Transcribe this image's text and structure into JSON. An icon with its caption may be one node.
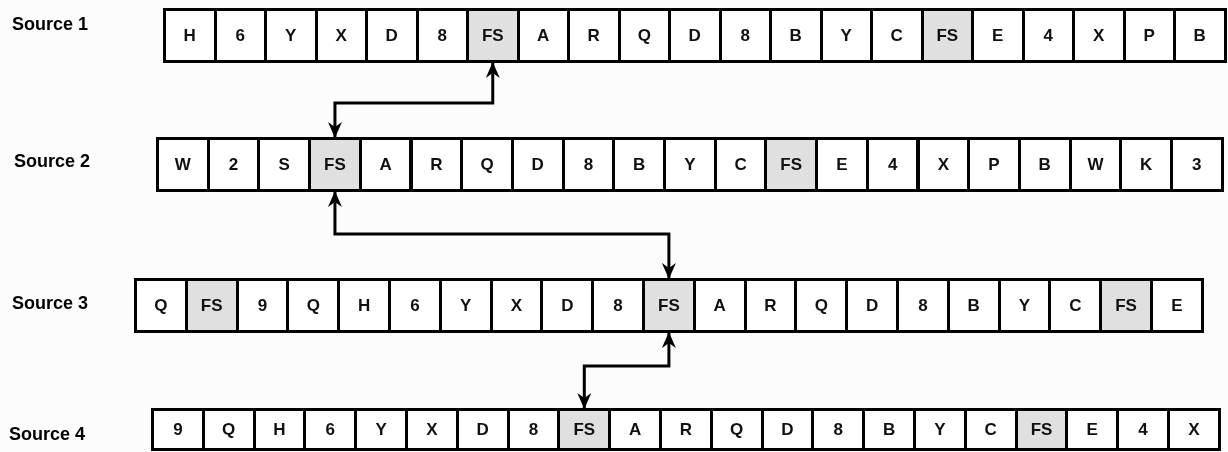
{
  "diagram": {
    "nodes": [
      {
        "text": [
          "H"
        ]
      },
      {
        "text": [
          "6"
        ]
      },
      {
        "text": [
          "Y"
        ]
      },
      {
        "text": [
          "X"
        ]
      },
      {
        "text": [
          "D"
        ]
      },
      {
        "text": [
          "8"
        ]
      },
      {
        "text": [
          "FS"
        ]
      },
      {
        "text": [
          "A"
        ]
      },
      {
        "text": [
          "R"
        ]
      },
      {
        "text": [
          "Q"
        ]
      },
      {
        "text": [
          "D"
        ]
      },
      {
        "text": [
          "8"
        ]
      },
      {
        "text": [
          "B"
        ]
      },
      {
        "text": [
          "Y"
        ]
      },
      {
        "text": [
          "C"
        ]
      },
      {
        "text": [
          "FS"
        ]
      },
      {
        "text": [
          "E"
        ]
      },
      {
        "text": [
          "4"
        ]
      },
      {
        "text": [
          "X"
        ]
      },
      {
        "text": [
          "P"
        ]
      },
      {
        "text": [
          "B"
        ]
      },
      {
        "text": [
          "W"
        ]
      },
      {
        "text": [
          "2"
        ]
      },
      {
        "text": [
          "S"
        ]
      },
      {
        "text": [
          "FS"
        ]
      },
      {
        "text": [
          "A"
        ]
      },
      {
        "text": [
          "R"
        ]
      },
      {
        "text": [
          "Q"
        ]
      },
      {
        "text": [
          "D"
        ]
      },
      {
        "text": [
          "8"
        ]
      },
      {
        "text": [
          "B"
        ]
      },
      {
        "text": [
          "Y"
        ]
      },
      {
        "text": [
          "C"
        ]
      },
      {
        "text": [
          "FS"
        ]
      },
      {
        "text": [
          "E"
        ]
      },
      {
        "text": [
          "4"
        ]
      },
      {
        "text": [
          "X"
        ]
      },
      {
        "text": [
          "P"
        ]
      },
      {
        "text": [
          "B"
        ]
      },
      {
        "text": [
          "W"
        ]
      },
      {
        "text": [
          "K"
        ]
      },
      {
        "text": [
          "3"
        ]
      },
      {
        "text": [
          "Q"
        ]
      },
      {
        "text": [
          "FS"
        ]
      },
      {
        "text": [
          "9"
        ]
      },
      {
        "text": [
          "Q"
        ]
      },
      {
        "text": [
          "H"
        ]
      },
      {
        "text": [
          "6"
        ]
      },
      {
        "text": [
          "Y"
        ]
      },
      {
        "text": [
          "X"
        ]
      },
      {
        "text": [
          "D"
        ]
      },
      {
        "text": [
          "8"
        ]
      },
      {
        "text": [
          "FS"
        ]
      },
      {
        "text": [
          "A"
        ]
      },
      {
        "text": [
          "R"
        ]
      },
      {
        "text": [
          "Q"
        ]
      },
      {
        "text": [
          "D"
        ]
      },
      {
        "text": [
          "8"
        ]
      },
      {
        "text": [
          "B"
        ]
      },
      {
        "text": [
          "Y"
        ]
      },
      {
        "text": [
          "C"
        ]
      },
      {
        "text": [
          "FS"
        ]
      },
      {
        "text": [
          "E"
        ]
      },
      {
        "text": [
          "9"
        ]
      },
      {
        "text": [
          "Q"
        ]
      },
      {
        "text": [
          "H"
        ]
      },
      {
        "text": [
          "6"
        ]
      },
      {
        "text": [
          "Y"
        ]
      },
      {
        "text": [
          "X"
        ]
      },
      {
        "text": [
          "D"
        ]
      },
      {
        "text": [
          "8"
        ]
      },
      {
        "text": [
          "FS"
        ]
      },
      {
        "text": [
          "A"
        ]
      },
      {
        "text": [
          "R"
        ]
      },
      {
        "text": [
          "Q"
        ]
      },
      {
        "text": [
          "D"
        ]
      },
      {
        "text": [
          "8"
        ]
      },
      {
        "text": [
          "B"
        ]
      },
      {
        "text": [
          "Y"
        ]
      },
      {
        "text": [
          "C"
        ]
      },
      {
        "text": [
          "FS"
        ]
      },
      {
        "text": [
          "E"
        ]
      },
      {
        "text": [
          "4"
        ]
      },
      {
        "text": [
          "X"
        ]
      }
    ],
    "edges": [
      {
        "from": 6,
        "to": 24,
        "arrow": "both"
      },
      {
        "from": 24,
        "to": 52,
        "arrow": "both"
      },
      {
        "from": 52,
        "to": 71,
        "arrow": "both"
      }
    ],
    "labels": [
      "Source 1",
      "Source 2",
      "Source 3",
      "Source 4"
    ]
  }
}
